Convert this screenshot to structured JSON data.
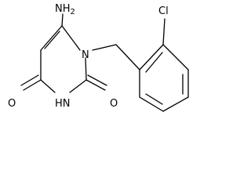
{
  "molecule": {
    "labels": {
      "amino": "NH2",
      "ring_n1": "N",
      "ring_nh": "HN",
      "oxo_4": "O",
      "oxo_2": "O",
      "chloro": "Cl"
    }
  }
}
